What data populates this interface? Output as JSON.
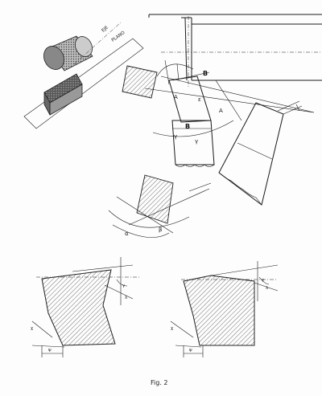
{
  "labels": {
    "eje": "EJE",
    "plano": "PLANO",
    "point_b_top": "B",
    "point_a_left": "A",
    "point_a_right": "A",
    "point_b_mid": "B",
    "epsilon": "ε",
    "gamma": "γ",
    "gamma_mid": "γ",
    "alpha": "α",
    "beta": "β",
    "chi": "χ"
  },
  "caption": "Fig. 2"
}
